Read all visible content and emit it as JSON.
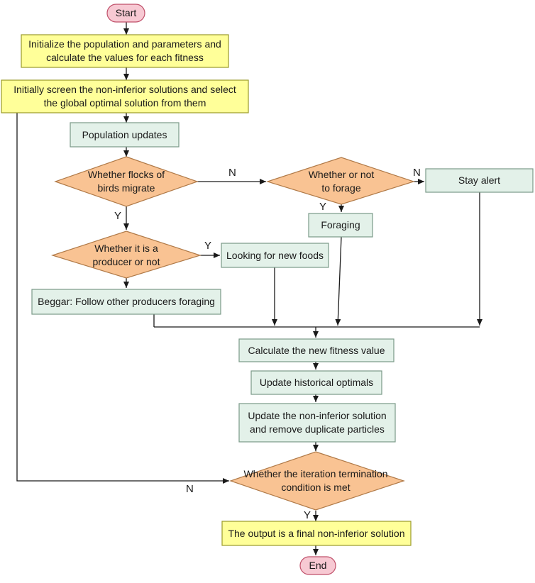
{
  "colors": {
    "terminal_fill": "#f7c9d3",
    "terminal_stroke": "#c0506a",
    "yellow_fill": "#ffff99",
    "yellow_stroke": "#9a9a2a",
    "green_fill": "#e3f1e9",
    "green_stroke": "#7a9a88",
    "diamond_fill": "#f9c393",
    "diamond_stroke": "#b07a48",
    "line": "#1a1a1a"
  },
  "nodes": {
    "start": "Start",
    "initialize": "Initialize the population and parameters and\ncalculate the values for each fitness",
    "screen": "Initially screen the non-inferior solutions and select\nthe global optimal solution from them",
    "population_updates": "Population updates",
    "migrate_decision": "Whether flocks of\nbirds migrate",
    "forage_decision": "Whether or not\nto forage",
    "stay_alert": "Stay alert",
    "foraging": "Foraging",
    "producer_decision": "Whether it is a\nproducer or not",
    "looking_new_foods": "Looking for new foods",
    "beggar": "Beggar: Follow other producers foraging",
    "calc_fitness": "Calculate the new fitness value",
    "update_historical": "Update historical optimals",
    "update_noninferior": "Update the non-inferior solution\nand remove duplicate particles",
    "termination_decision": "Whether the iteration termination\ncondition is met",
    "output": "The output is a final non-inferior solution",
    "end": "End"
  },
  "edge_labels": {
    "migrate_no": "N",
    "forage_no": "N",
    "forage_yes": "Y",
    "migrate_yes": "Y",
    "producer_yes": "Y",
    "termination_no": "N",
    "termination_yes": "Y"
  }
}
